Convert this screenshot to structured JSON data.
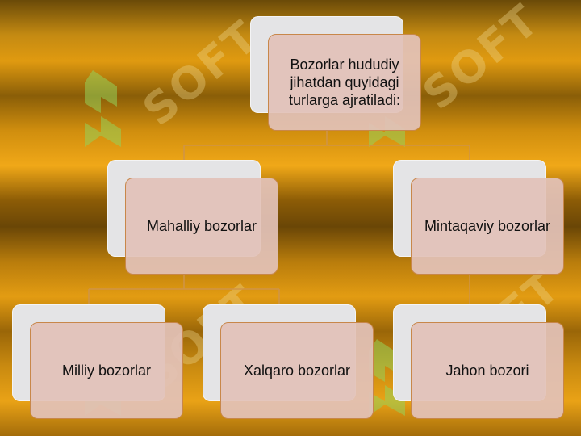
{
  "watermark": {
    "text": "SOFT"
  },
  "diagram": {
    "root": {
      "label": "Bozorlar hududiy jihatdan quyidagi turlarga ajratiladi:"
    },
    "level1": [
      {
        "label": "Mahalliy bozorlar"
      },
      {
        "label": "Mintaqaviy bozorlar"
      }
    ],
    "level2": [
      {
        "label": "Milliy bozorlar"
      },
      {
        "label": "Xalqaro bozorlar"
      },
      {
        "label": "Jahon bozori"
      }
    ]
  }
}
